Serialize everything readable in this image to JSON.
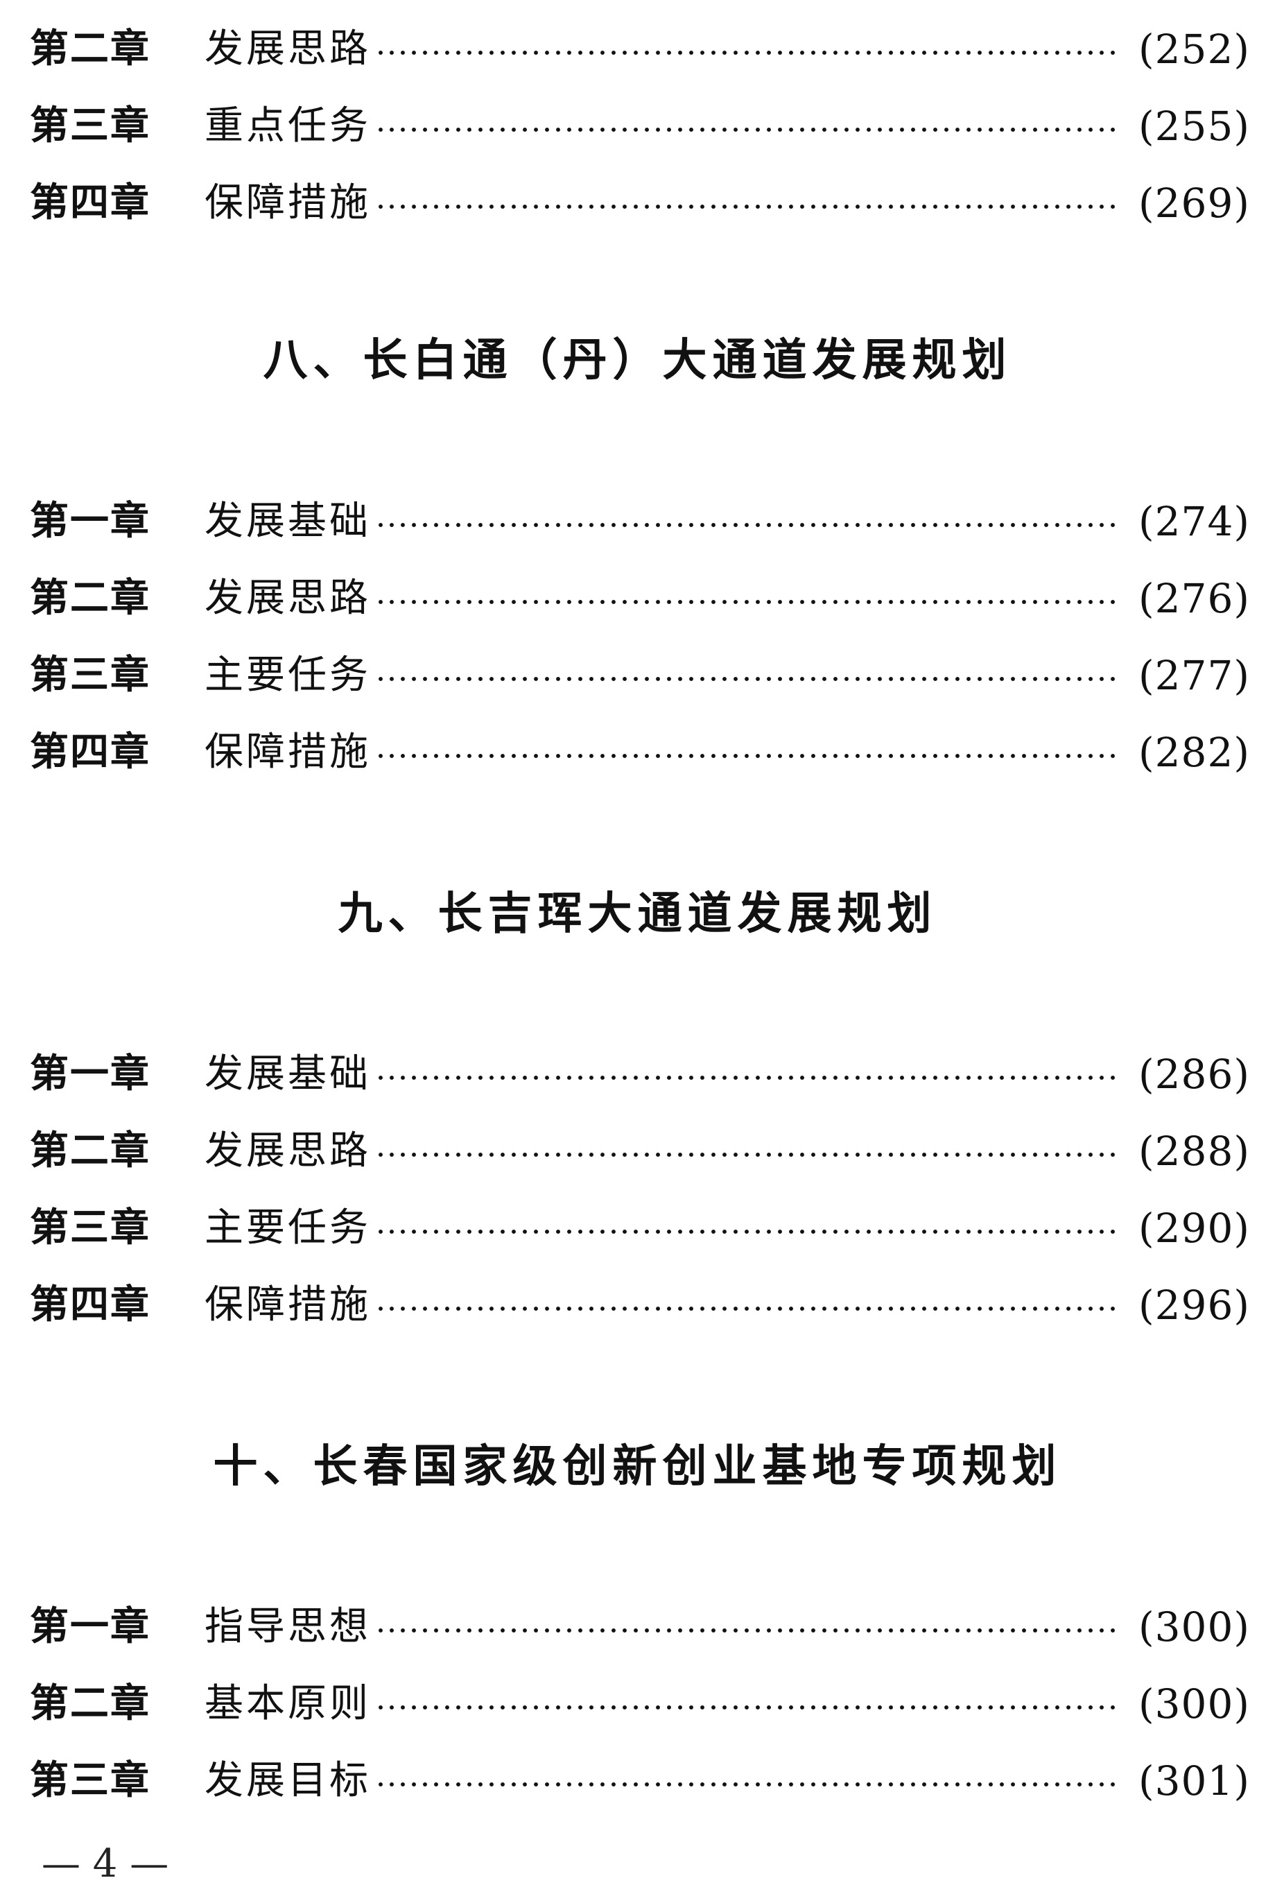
{
  "rows_a": [
    {
      "no": "第二章",
      "title": "发展思路",
      "page": "(252)"
    },
    {
      "no": "第三章",
      "title": "重点任务",
      "page": "(255)"
    },
    {
      "no": "第四章",
      "title": "保障措施",
      "page": "(269)"
    }
  ],
  "section_8": {
    "heading": "八、长白通（丹）大通道发展规划"
  },
  "rows_b": [
    {
      "no": "第一章",
      "title": "发展基础",
      "page": "(274)"
    },
    {
      "no": "第二章",
      "title": "发展思路",
      "page": "(276)"
    },
    {
      "no": "第三章",
      "title": "主要任务",
      "page": "(277)"
    },
    {
      "no": "第四章",
      "title": "保障措施",
      "page": "(282)"
    }
  ],
  "section_9": {
    "heading": "九、长吉珲大通道发展规划"
  },
  "rows_c": [
    {
      "no": "第一章",
      "title": "发展基础",
      "page": "(286)"
    },
    {
      "no": "第二章",
      "title": "发展思路",
      "page": "(288)"
    },
    {
      "no": "第三章",
      "title": "主要任务",
      "page": "(290)"
    },
    {
      "no": "第四章",
      "title": "保障措施",
      "page": "(296)"
    }
  ],
  "section_10": {
    "heading": "十、长春国家级创新创业基地专项规划"
  },
  "rows_d": [
    {
      "no": "第一章",
      "title": "指导思想",
      "page": "(300)"
    },
    {
      "no": "第二章",
      "title": "基本原则",
      "page": "(300)"
    },
    {
      "no": "第三章",
      "title": "发展目标",
      "page": "(301)"
    }
  ],
  "footer": {
    "page_marker": "— 4 —"
  }
}
